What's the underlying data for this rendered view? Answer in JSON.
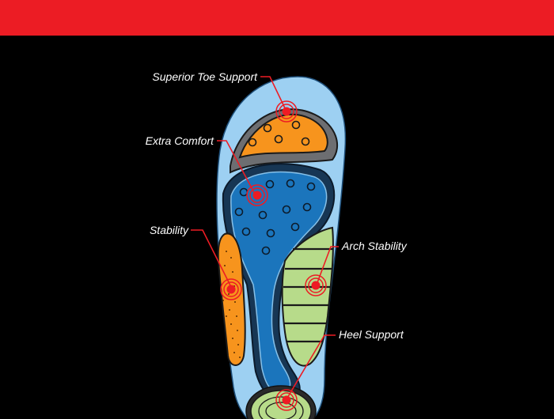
{
  "colors": {
    "banner": "#ec1c24",
    "background": "#000000",
    "insole": "#9dd0f2",
    "toe_pad": "#f7941d",
    "forefoot_pad": "#1b75bc",
    "arch_pad": "#b7db8a",
    "side_pad": "#f7941d",
    "heel_pad": "#b7db8a",
    "marker": "#ed1c24"
  },
  "callouts": {
    "toe": "Superior Toe Support",
    "comfort": "Extra Comfort",
    "stability": "Stability",
    "arch": "Arch Stability",
    "heel": "Heel Support"
  }
}
